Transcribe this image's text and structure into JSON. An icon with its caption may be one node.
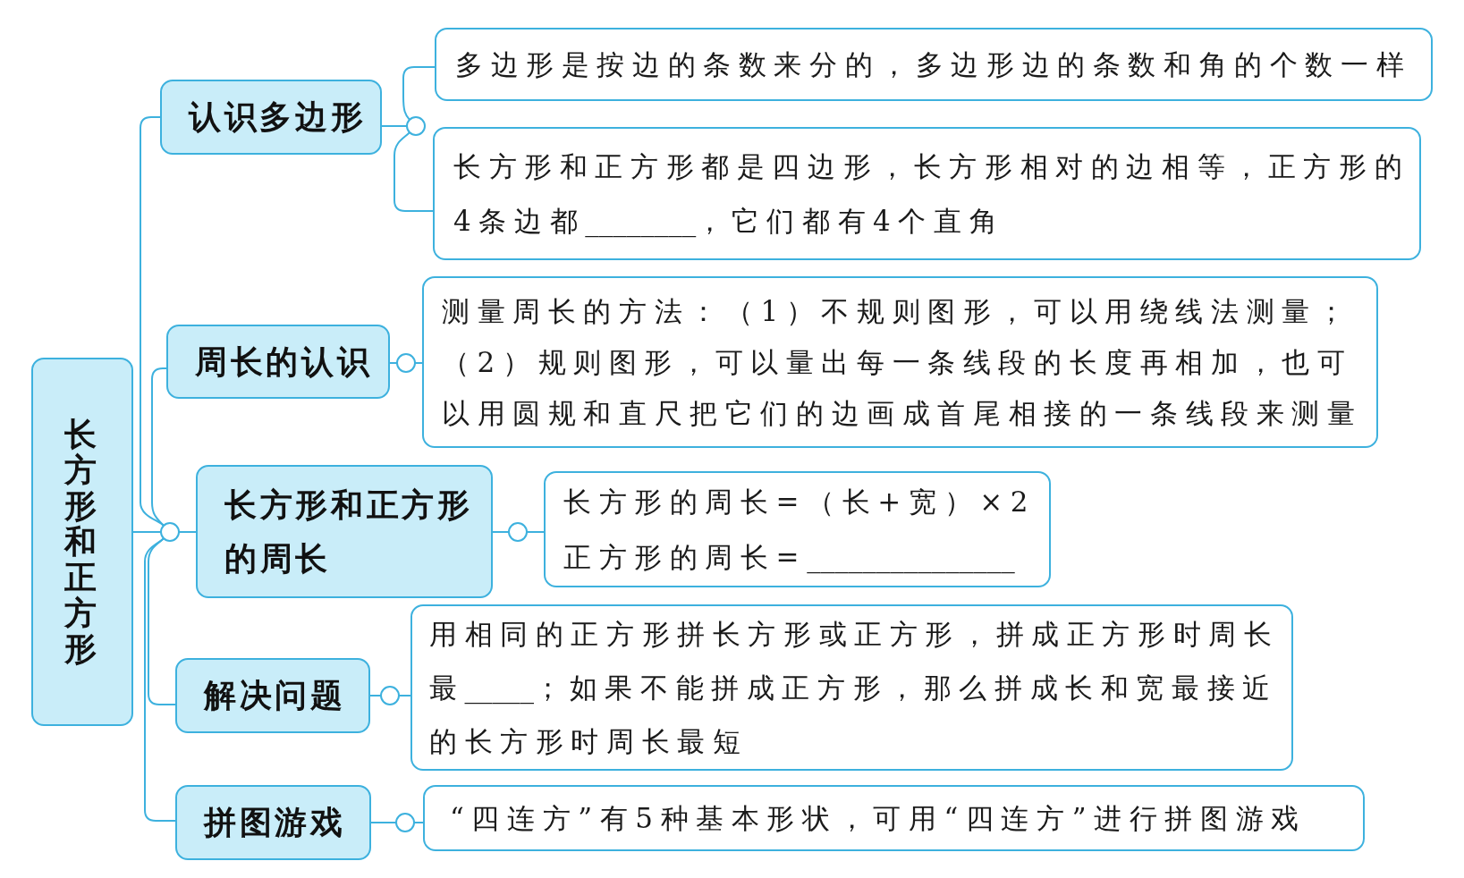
{
  "diagram": {
    "nodes": [
      {
        "text": [
          "长方形和正方形"
        ]
      },
      {
        "text": [],
        "shape": "circle"
      },
      {
        "text": [
          "认识多边形"
        ]
      },
      {
        "text": [],
        "shape": "circle"
      },
      {
        "text": [
          "多边形是按边的条数来分的，多边形边的条数和角的个数一样"
        ]
      },
      {
        "text": [
          "长方形和正方形都是四边形，长方形相对的边相等，正方形的4条边都________，它们都有4个直角"
        ]
      },
      {
        "text": [
          "周长的认识"
        ]
      },
      {
        "text": [],
        "shape": "circle"
      },
      {
        "text": [
          "测量周长的方法：（1）不规则图形，可以用绕线法测量；（2）规则图形，可以量出每一条线段的长度再相加，也可以用圆规和直尺把它们的边画成首尾相接的一条线段来测量"
        ]
      },
      {
        "text": [
          "长方形和正方形的周长"
        ]
      },
      {
        "text": [],
        "shape": "circle"
      },
      {
        "text": [
          "长方形的周长=（长+宽）×2",
          "正方形的周长=_______________"
        ]
      },
      {
        "text": [
          "解决问题"
        ]
      },
      {
        "text": [],
        "shape": "circle"
      },
      {
        "text": [
          "用相同的正方形拼长方形或正方形，拼成正方形时周长最_____；如果不能拼成正方形，那么拼成长和宽最接近的长方形时周长最短"
        ]
      },
      {
        "text": [
          "拼图游戏"
        ]
      },
      {
        "text": [],
        "shape": "circle"
      },
      {
        "text": [
          "“四连方”有5种基本形状，可用“四连方”进行拼图游戏"
        ]
      }
    ],
    "edges": [
      {
        "from": 0,
        "to": 1,
        "arrow": "none"
      },
      {
        "from": 1,
        "to": 2,
        "arrow": "none"
      },
      {
        "from": 1,
        "to": 6,
        "arrow": "none"
      },
      {
        "from": 1,
        "to": 9,
        "arrow": "none"
      },
      {
        "from": 1,
        "to": 12,
        "arrow": "none"
      },
      {
        "from": 1,
        "to": 15,
        "arrow": "none"
      },
      {
        "from": 2,
        "to": 3,
        "arrow": "none"
      },
      {
        "from": 3,
        "to": 4,
        "arrow": "none"
      },
      {
        "from": 3,
        "to": 5,
        "arrow": "none"
      },
      {
        "from": 6,
        "to": 7,
        "arrow": "none"
      },
      {
        "from": 7,
        "to": 8,
        "arrow": "none"
      },
      {
        "from": 9,
        "to": 10,
        "arrow": "none"
      },
      {
        "from": 10,
        "to": 11,
        "arrow": "none"
      },
      {
        "from": 12,
        "to": 13,
        "arrow": "none"
      },
      {
        "from": 13,
        "to": 14,
        "arrow": "none"
      },
      {
        "from": 15,
        "to": 16,
        "arrow": "none"
      },
      {
        "from": 16,
        "to": 17,
        "arrow": "none"
      }
    ]
  }
}
